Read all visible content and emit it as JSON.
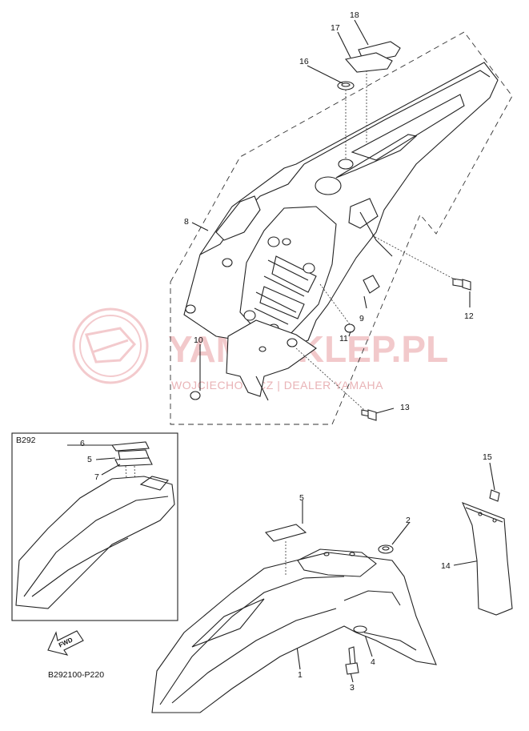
{
  "diagram": {
    "inset_code": "B292",
    "page_code": "B292100-P220",
    "fwd_label": "FWD",
    "callouts": [
      "1",
      "2",
      "3",
      "4",
      "5",
      "6",
      "7",
      "8",
      "9",
      "10",
      "11",
      "12",
      "13",
      "14",
      "15",
      "16",
      "17",
      "18",
      "5"
    ]
  },
  "watermark": {
    "title": "YAMASKLEP.PL",
    "subtitle": "WOJCIECHOWICZ | DEALER YAMAHA",
    "color": "#e8a3a7"
  }
}
